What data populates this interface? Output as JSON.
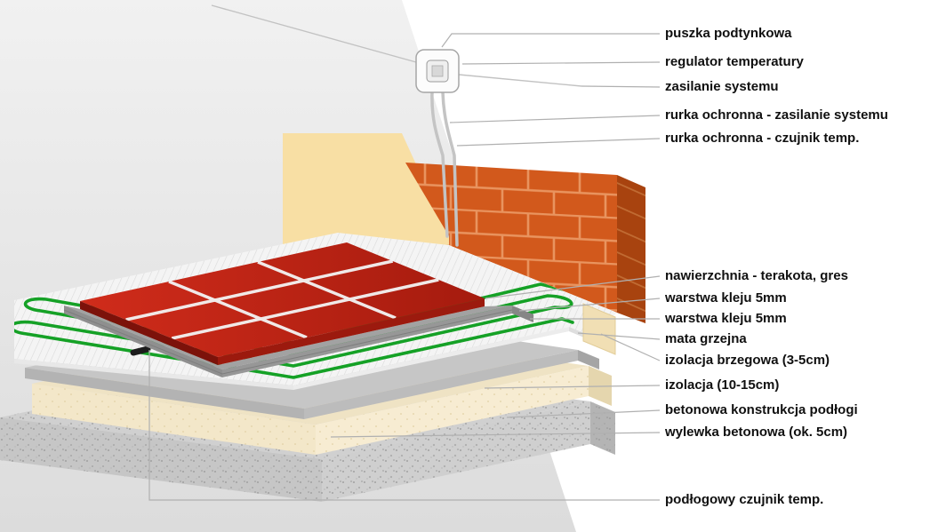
{
  "labels": [
    {
      "text": "puszka podtynkowa"
    },
    {
      "text": "regulator temperatury"
    },
    {
      "text": "zasilanie systemu"
    },
    {
      "text": "rurka ochronna - zasilanie systemu"
    },
    {
      "text": "rurka ochronna - czujnik temp."
    },
    {
      "text": "nawierzchnia - terakota, gres"
    },
    {
      "text": "warstwa kleju 5mm"
    },
    {
      "text": "warstwa kleju 5mm"
    },
    {
      "text": "mata grzejna"
    },
    {
      "text": "izolacja brzegowa (3-5cm)"
    },
    {
      "text": "izolacja (10-15cm)"
    },
    {
      "text": "betonowa konstrukcja podłogi"
    },
    {
      "text": "wylewka betonowa (ok. 5cm)"
    },
    {
      "text": "podłogowy czujnik temp."
    }
  ],
  "colors": {
    "tile_red": "#c0281a",
    "brick_orange": "#d2591c",
    "brick_side": "#a8430f",
    "plaster_cream": "#f8dfa4",
    "insulation_cream": "#f4e8cc",
    "edge_insulation_cream": "#f1dfb4",
    "heating_cable_green": "#15a126",
    "concrete_gray": "#c6c6c6",
    "screed_gray": "#b0b0b0",
    "adhesive_gray": "#a2a2a2",
    "mat_white": "#f4f4f4",
    "label_black": "#101010",
    "leader_gray": "#b0b0b0"
  }
}
